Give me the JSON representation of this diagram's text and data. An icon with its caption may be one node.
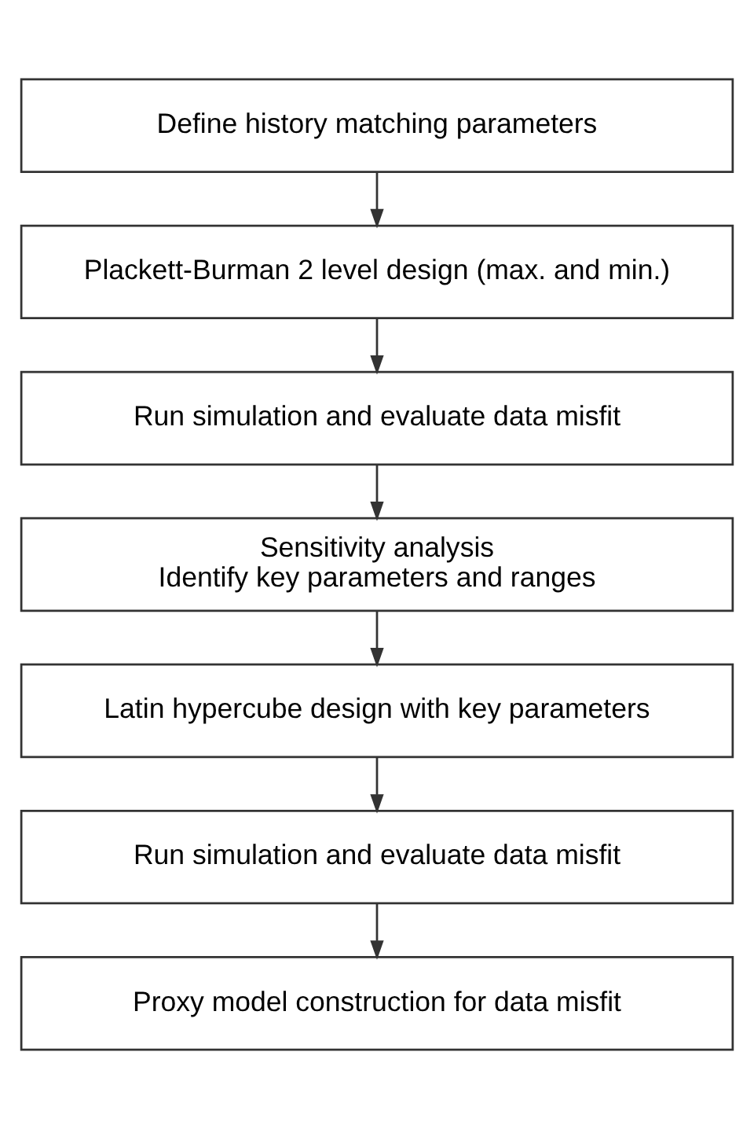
{
  "diagram": {
    "nodes": [
      {
        "text": [
          "Define history matching parameters"
        ]
      },
      {
        "text": [
          "Plackett-Burman 2 level design (max. and min.)"
        ]
      },
      {
        "text": [
          "Run simulation and evaluate data misfit"
        ]
      },
      {
        "text": [
          "Sensitivity analysis",
          "Identify key parameters and ranges"
        ]
      },
      {
        "text": [
          "Latin hypercube design with key parameters"
        ]
      },
      {
        "text": [
          "Run simulation and evaluate data misfit"
        ]
      },
      {
        "text": [
          "Proxy model construction for data misfit"
        ]
      }
    ],
    "edges": [
      {
        "from": 0,
        "to": 1,
        "arrow": "to"
      },
      {
        "from": 1,
        "to": 2,
        "arrow": "to"
      },
      {
        "from": 2,
        "to": 3,
        "arrow": "to"
      },
      {
        "from": 3,
        "to": 4,
        "arrow": "to"
      },
      {
        "from": 4,
        "to": 5,
        "arrow": "to"
      },
      {
        "from": 5,
        "to": 6,
        "arrow": "to"
      }
    ]
  }
}
